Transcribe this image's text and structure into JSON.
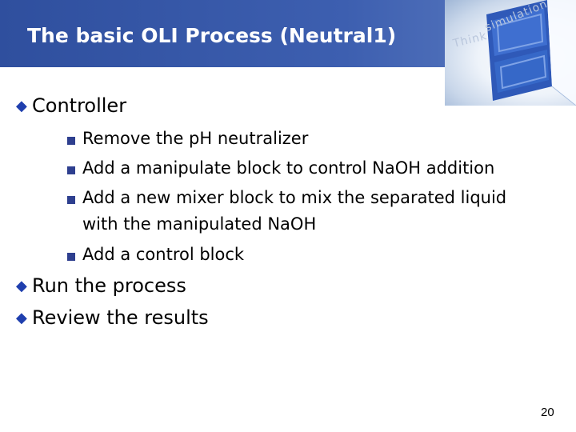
{
  "slide": {
    "title": "The basic OLI Process (Neutral1)",
    "banner": {
      "tagline_1": "Think",
      "tagline_2": "simulation"
    },
    "bullets": [
      {
        "text": "Controller",
        "subitems": [
          {
            "text": "Remove the pH neutralizer"
          },
          {
            "text": "Add a manipulate block to control NaOH addition"
          },
          {
            "text": "Add a new mixer block to mix the separated liquid",
            "continuation": "with the manipulated NaOH"
          },
          {
            "text": "Add a control block"
          }
        ]
      },
      {
        "text": "Run the process"
      },
      {
        "text": "Review the results"
      }
    ],
    "page_number": "20",
    "colors": {
      "header": "#3a5aa8",
      "bullet": "#1f3fae",
      "sub_bullet": "#2e3f8f"
    },
    "icons": {
      "bullet": "diamond-bullet-icon",
      "sub_bullet": "square-bullet-icon",
      "banner": "door-image"
    }
  }
}
